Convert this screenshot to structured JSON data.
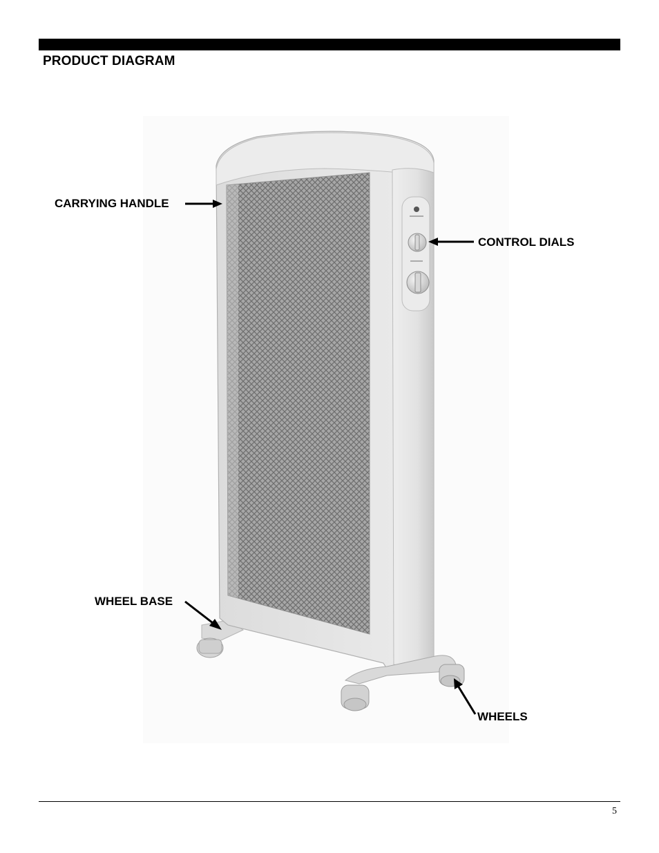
{
  "page": {
    "title": "PRODUCT DIAGRAM",
    "page_number": "5"
  },
  "callouts": {
    "carrying_handle": "CARRYING HANDLE",
    "control_dials": "CONTROL DIALS",
    "wheel_base": "WHEEL BASE",
    "wheels": "WHEELS"
  },
  "colors": {
    "rule": "#000000",
    "heater_body": "#e3e3e3",
    "mesh_grille": "#9a9a9a"
  }
}
